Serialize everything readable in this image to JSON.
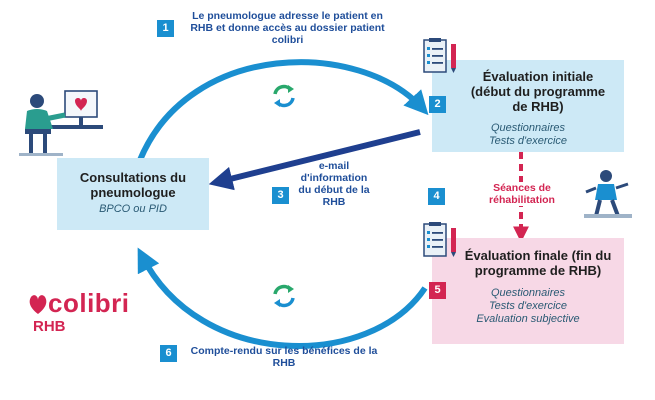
{
  "steps": {
    "s1": {
      "number": "1",
      "text": "Le pneumologue adresse le patient en RHB et donne accès au dossier patient colibri"
    },
    "s2": {
      "number": "2"
    },
    "s3": {
      "number": "3",
      "text": "e-mail d'information du début de la RHB"
    },
    "s4": {
      "number": "4",
      "text": "Séances de réhabilitation"
    },
    "s5": {
      "number": "5"
    },
    "s6": {
      "number": "6",
      "text": "Compte-rendu sur les bénéfices de la RHB"
    }
  },
  "boxes": {
    "consultations": {
      "title": "Consultations du pneumologue",
      "subtitle": "BPCO ou PID"
    },
    "evaluation_initiale": {
      "title": "Évaluation initiale (début du programme de RHB)",
      "lines": [
        "Questionnaires",
        "Tests d'exercice"
      ]
    },
    "evaluation_finale": {
      "title": "Évaluation finale (fin du programme de RHB)",
      "lines": [
        "Questionnaires",
        "Tests d'exercice",
        "Evaluation subjective"
      ]
    }
  },
  "logo": {
    "name": "colibri",
    "sub": "RHB"
  },
  "colors": {
    "blue": "#1a8fd0",
    "navy": "#1f4e9a",
    "red": "#d32552",
    "light_blue": "#cde9f6",
    "light_pink": "#f7d8e6",
    "cycle_green": "#29a86c"
  },
  "icons": [
    "doctor-computer-icon",
    "checklist-pencil-icon",
    "cycle-arrows-icon",
    "exercise-person-icon"
  ]
}
